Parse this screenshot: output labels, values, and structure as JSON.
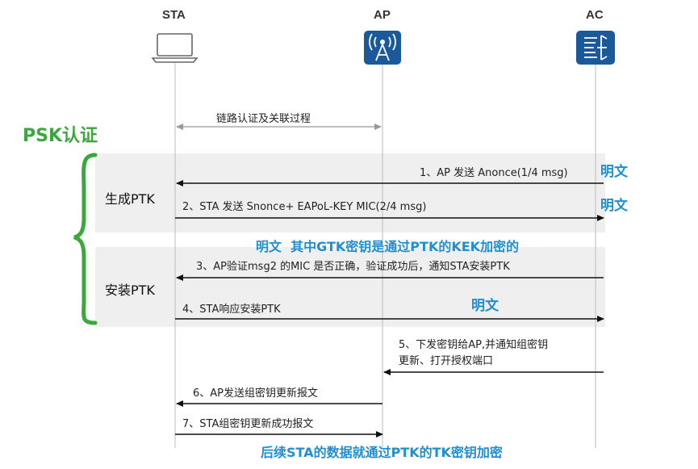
{
  "entities": {
    "sta": "STA",
    "ap": "AP",
    "ac": "AC"
  },
  "psk_label": "PSK认证",
  "phases": {
    "generate": "生成PTK",
    "install": "安装PTK"
  },
  "messages": {
    "link": "链路认证及关联过程",
    "m1": "1、AP 发送 Anonce(1/4 msg)",
    "m2": "2、STA 发送 Snonce+ EAPoL-KEY MIC(2/4 msg)",
    "m3": "3、AP验证msg2 的MIC 是否正确，验证成功后，通知STA安装PTK",
    "m4": "4、STA响应安装PTK",
    "m5_line1": "5、下发密钥给AP,并通知组密钥",
    "m5_line2": "更新、打开授权端口",
    "m6": "6、AP发送组密钥更新报文",
    "m7": "7、STA组密钥更新成功报文"
  },
  "notes": {
    "plain1": "明文",
    "plain2": "明文",
    "gtk_note": "明文  其中GTK密钥是通过PTK的KEK加密的",
    "plain3": "明文",
    "final_note": "后续STA的数据就通过PTK的TK密钥加密"
  },
  "colors": {
    "accent_blue": "#1f8fd1",
    "psk_green": "#3aa83a",
    "icon_blue": "#1a5a9a",
    "band_gray": "#efefef"
  }
}
